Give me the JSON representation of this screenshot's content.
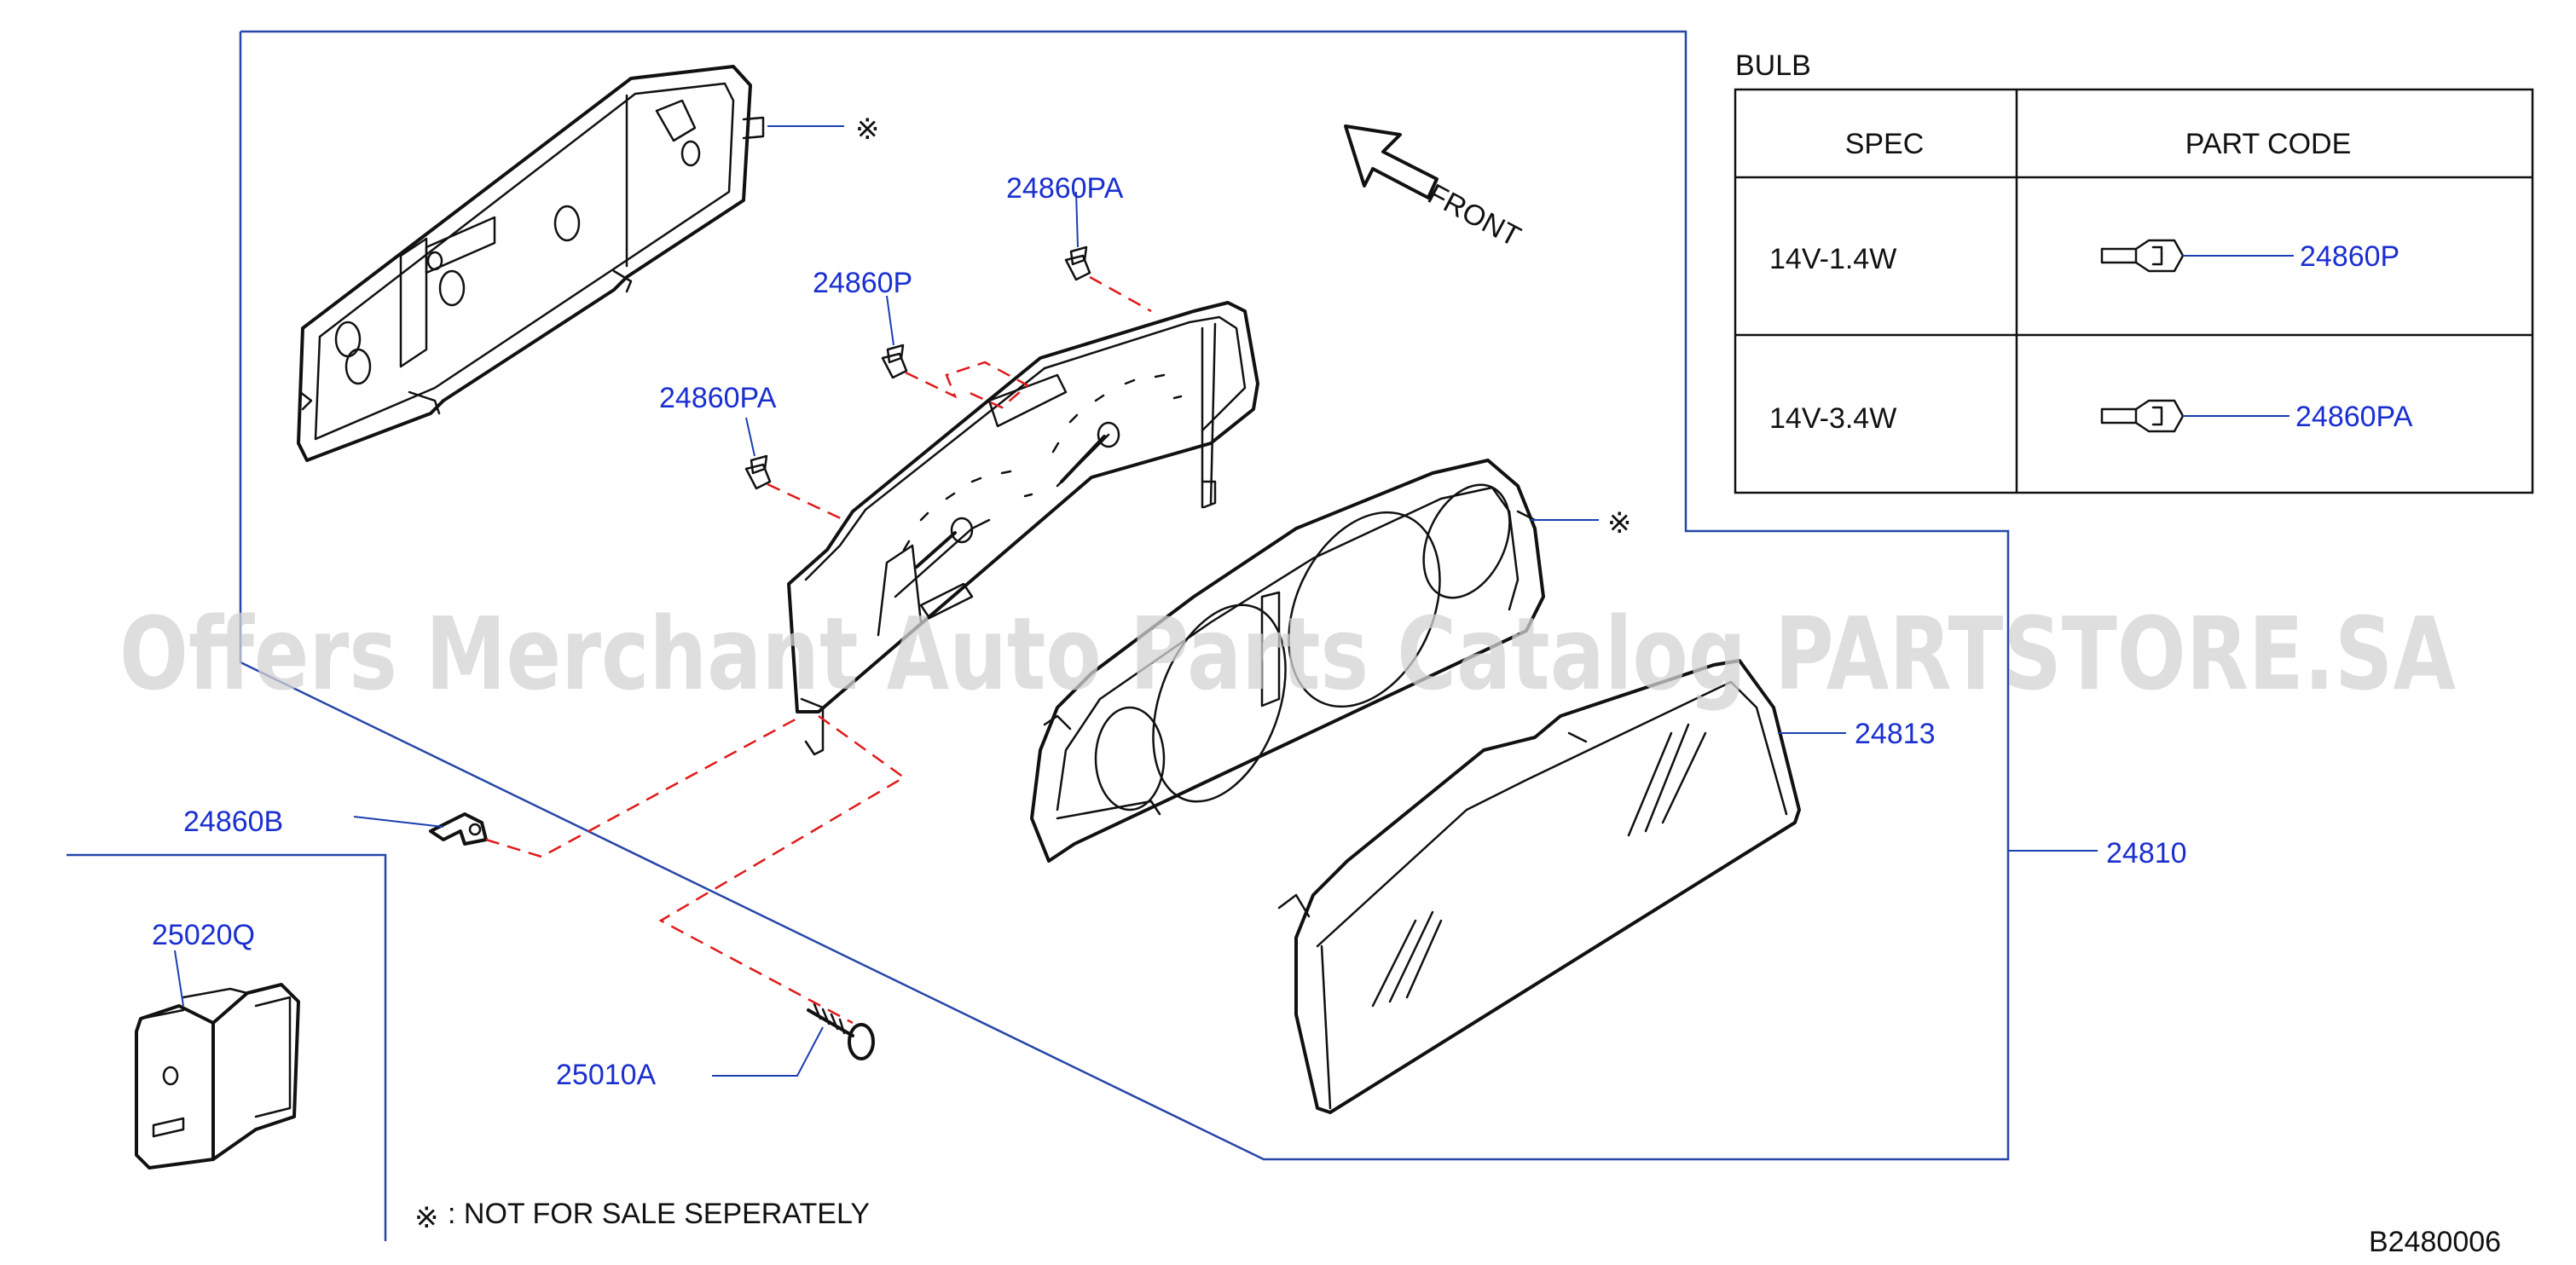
{
  "labels": {
    "p24860pa_top": "24860PA",
    "p24860p": "24860P",
    "p24860pa_left": "24860PA",
    "front": "FRONT",
    "asterisk_top": "※",
    "asterisk_right": "※",
    "p24813": "24813",
    "p24810": "24810",
    "p24860b": "24860B",
    "p25020q": "25020Q",
    "p25010a": "25010A",
    "note_mark": "※",
    "note_text": ":  NOT  FOR  SALE  SEPERATELY",
    "diagram_code": "B2480006"
  },
  "bulb_table": {
    "title": "BULB",
    "headers": [
      "SPEC",
      "PART  CODE"
    ],
    "rows": [
      {
        "spec": "14V-1.4W",
        "part_code": "24860P"
      },
      {
        "spec": "14V-3.4W",
        "part_code": "24860PA"
      }
    ]
  },
  "watermark": "Offers Merchant Auto Parts Catalog PARTSTORE.SA",
  "colors": {
    "label_blue": "#1a2fd0",
    "leader_blue": "#1a3fb0",
    "frame_blue": "#2646a8",
    "dash_red": "#e01a1a",
    "line_black": "#111111",
    "watermark_gray": "#d3d3d3"
  }
}
